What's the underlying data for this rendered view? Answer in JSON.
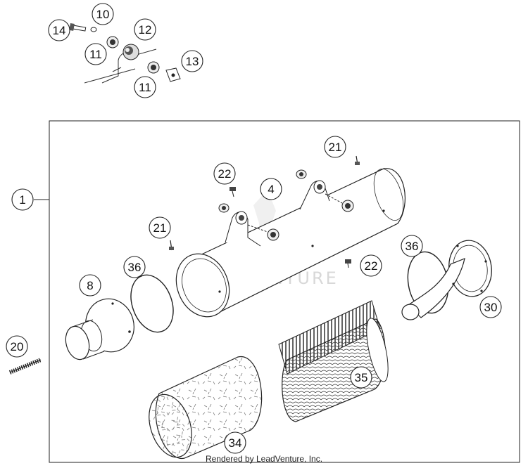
{
  "callouts": {
    "c14": "14",
    "c10": "10",
    "c12": "12",
    "c11a": "11",
    "c11b": "11",
    "c13": "13",
    "c1": "1",
    "c21a": "21",
    "c22a": "22",
    "c4": "4",
    "c21b": "21",
    "c36a": "36",
    "c22b": "22",
    "c36b": "36",
    "c8": "8",
    "c30": "30",
    "c20": "20",
    "c35": "35",
    "c34": "34"
  },
  "watermark": "LEADVENTURE",
  "footer": "Rendered by LeadVenture, Inc."
}
